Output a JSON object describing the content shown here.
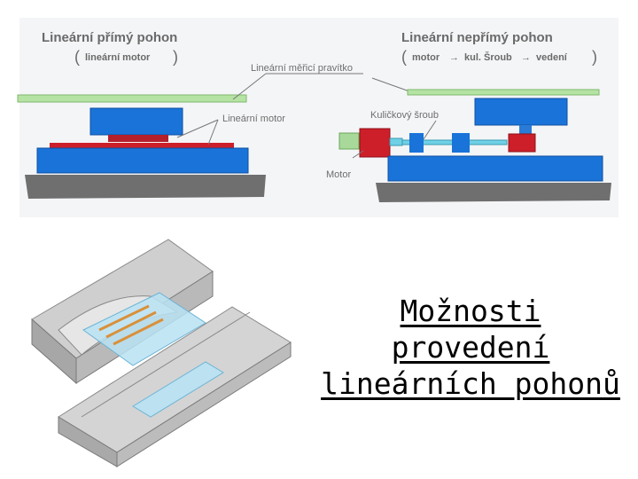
{
  "direct": {
    "heading": "Lineární přímý pohon",
    "subheading": "lineární motor",
    "label_ruler": "Lineární měřicí pravítko",
    "label_motor": "Lineární motor"
  },
  "indirect": {
    "heading": "Lineární nepřímý pohon",
    "sub_motor": "motor",
    "sub_arrow": "→",
    "sub_screw": "kul. Šroub",
    "sub_guide": "vedení",
    "label_ballscrew": "Kuličkový šroub",
    "label_motor": "Motor"
  },
  "title_lines": [
    "Možnosti",
    "provedení",
    "lineárních pohonů"
  ],
  "colors": {
    "blue": "#1a73d9",
    "dark_blue": "#0d4fa0",
    "red": "#cc1f2a",
    "green": "#a9d99a",
    "gray": "#6f6f6f",
    "cyan": "#6fd0e6"
  }
}
